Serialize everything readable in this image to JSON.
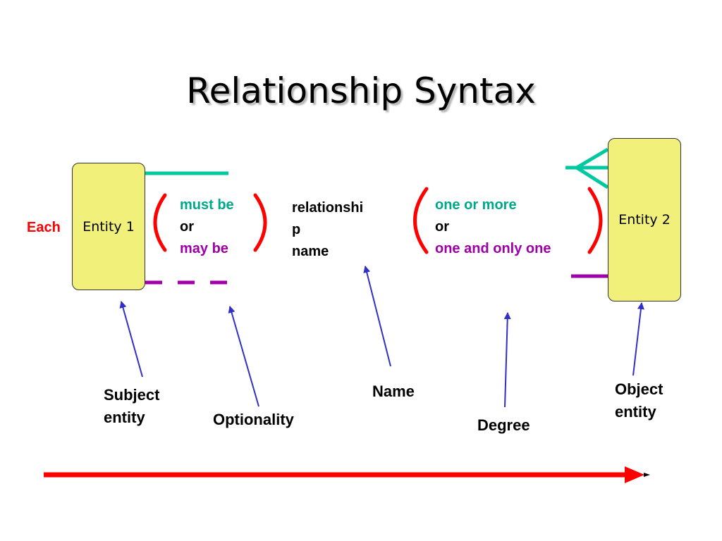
{
  "title": "Relationship Syntax",
  "each_label": "Each",
  "entity1": {
    "label": "Entity 1"
  },
  "entity2": {
    "label": "Entity 2"
  },
  "optionality": {
    "line1": "must be",
    "line2": "or",
    "line3": "may be"
  },
  "relationship_name": {
    "line1": "relationshi",
    "line2": "p",
    "line3": "name"
  },
  "degree": {
    "line1": "one or more",
    "line2": "or",
    "line3": "one and only one"
  },
  "callouts": {
    "subject_entity": [
      "Subject",
      "entity"
    ],
    "optionality": "Optionality",
    "name": "Name",
    "degree": "Degree",
    "object_entity": [
      "Object",
      "entity"
    ]
  },
  "colors": {
    "teal": "#00c8a0",
    "purple": "#a000a8",
    "red": "#ff0000",
    "arrow_blue": "#3030c8",
    "entity_fill": "#f0f07a"
  },
  "icons": [
    "relationship-flow-arrow-icon"
  ]
}
